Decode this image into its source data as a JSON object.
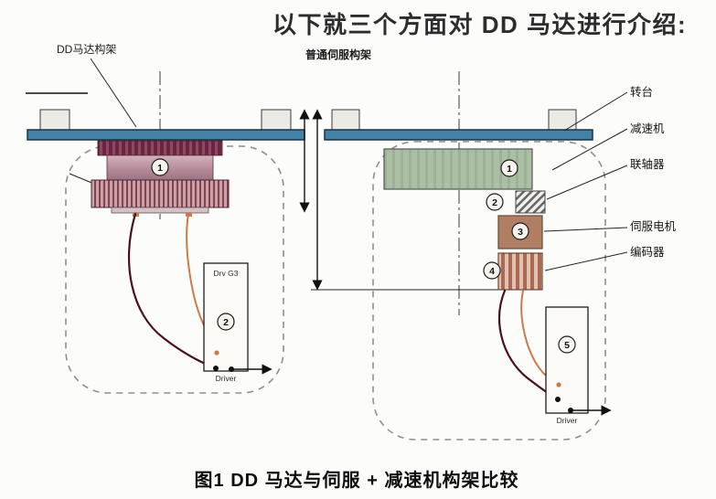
{
  "heading": "以下就三个方面对 DD 马达进行介绍:",
  "caption": "图1  DD 马达与伺服 + 减速机构架比较",
  "left_diagram": {
    "label": "DD马达构架",
    "markers": [
      "1",
      "2"
    ],
    "driver": {
      "model": "Drv G3",
      "label": "Driver"
    }
  },
  "right_diagram": {
    "label": "普通伺服构架",
    "markers": [
      "1",
      "2",
      "3",
      "4",
      "5"
    ],
    "driver": {
      "label": "Driver"
    }
  },
  "part_labels": [
    {
      "name": "turntable",
      "label": "转台"
    },
    {
      "name": "reducer",
      "label": "减速机"
    },
    {
      "name": "coupling",
      "label": "联轴器"
    },
    {
      "name": "servo-motor",
      "label": "伺服电机"
    },
    {
      "name": "encoder",
      "label": "编码器"
    }
  ],
  "colors": {
    "turntable_blue": "#4481a4",
    "motor_maroon": "#6b2540",
    "motor_body_pink": "#b88e9c",
    "reducer_green": "#abbfa5",
    "servo_brown": "#b07f63",
    "wire_dark": "#4a1020",
    "wire_orange": "#cc7a4a"
  }
}
